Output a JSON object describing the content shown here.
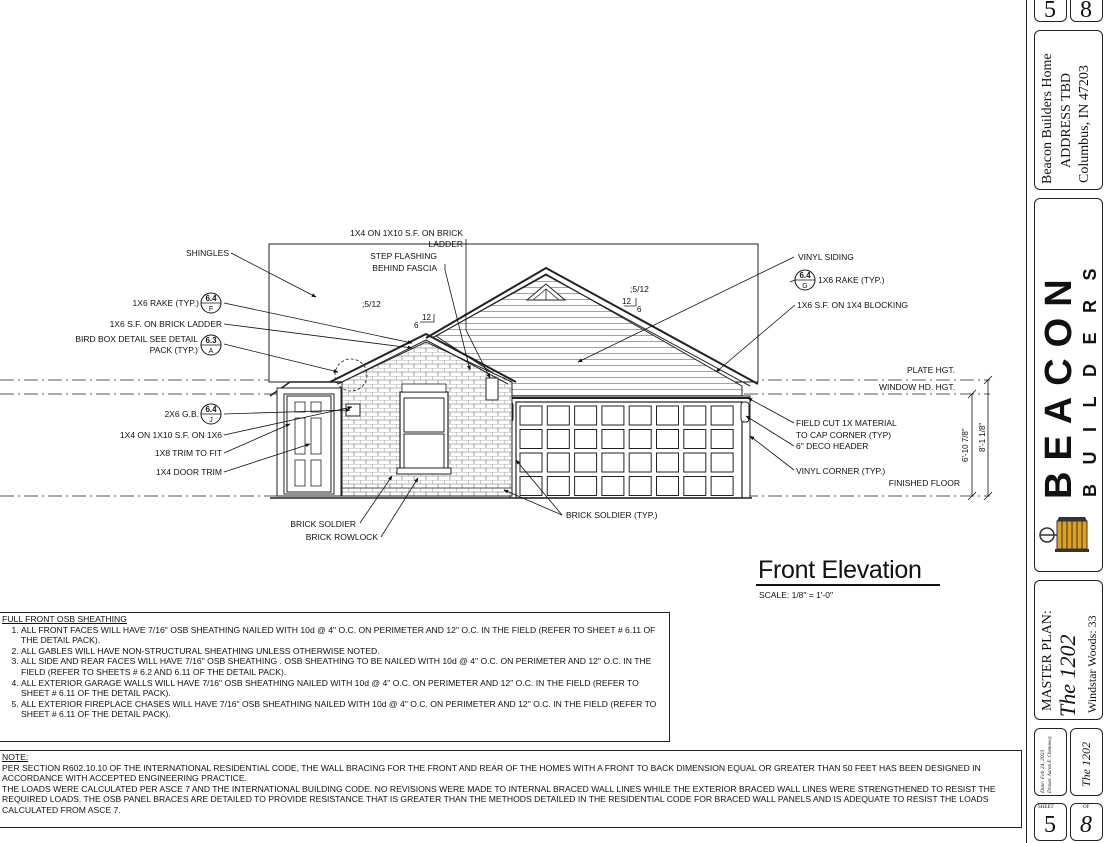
{
  "sheet": {
    "number": "5",
    "of": "8",
    "sheet_label": "SHEET",
    "of_label": "OF"
  },
  "project": {
    "builder": "Beacon Builders Home",
    "address": "ADDRESS TBD",
    "city": "Columbus, IN  47203"
  },
  "logo": {
    "word": "BEACON",
    "sub": "BUILDERS",
    "brand_color": "#e0a020"
  },
  "plan": {
    "label": "MASTER PLAN:",
    "name": "The 1202",
    "community": "Windstar Woods: 33"
  },
  "dates": {
    "date": "Date: Feb 24, 2023",
    "drawn": "Drawn: Aaron E. Chenoway",
    "plan_short": "The 1202"
  },
  "drawing": {
    "title": "Front Elevation",
    "scale": "SCALE: 1/8\" = 1'-0\""
  },
  "callouts": {
    "shingles": "SHINGLES",
    "rake1": "1X6 RAKE (TYP.)",
    "sf_brick_ladder": "1X6 S.F. ON BRICK LADDER",
    "bird_box_1": "BIRD BOX DETAIL SEE DETAIL",
    "bird_box_2": "PACK (TYP.)",
    "gb": "2X6 G.B.",
    "sf_1x6": "1X4 ON 1X10 S.F. ON 1X6",
    "trim_fit": "1X8 TRIM TO FIT",
    "door_trim": "1X4 DOOR TRIM",
    "brick_soldier": "BRICK SOLDIER",
    "brick_rowlock": "BRICK ROWLOCK",
    "top_1": "1X4 ON 1X10 S.F. ON BRICK",
    "top_2": "LADDER",
    "step_1": "STEP FLASHING",
    "step_2": "BEHIND FASCIA",
    "vinyl_siding": "VINYL SIDING",
    "rake2": "1X6 RAKE (TYP.)",
    "sf_blocking": "1X6 S.F. ON 1X4 BLOCKING",
    "plate": "PLATE HGT.",
    "window": "WINDOW HD. HGT.",
    "field_1": "FIELD CUT 1X MATERIAL",
    "field_2": "TO CAP CORNER (TYP)",
    "deco": "6\" DECO HEADER",
    "vinyl_corner": "VINYL CORNER (TYP.)",
    "finished": "FINISHED FLOOR",
    "brick_soldier_typ": "BRICK SOLDIER (TYP.)",
    "pitch_a": ";5/12",
    "pitch_b": ";5/12",
    "rise_12_a": "12",
    "rise_6_a": "6",
    "rise_12_b": "12",
    "rise_6_b": "6",
    "dim1": "6'-10 7/8\"",
    "dim2": "8'-1 1/8\""
  },
  "details": {
    "d1": {
      "top": "6.4",
      "bot": "F"
    },
    "d2": {
      "top": "6.3",
      "bot": "A"
    },
    "d3": {
      "top": "6.4",
      "bot": "J"
    },
    "d4": {
      "top": "6.4",
      "bot": "G"
    }
  },
  "osb": {
    "header": "FULL FRONT OSB SHEATHING",
    "items": [
      "ALL FRONT FACES WILL HAVE 7/16\" OSB SHEATHING NAILED WITH 10d @ 4\" O.C. ON PERIMETER AND 12\" O.C. IN THE FIELD (REFER TO SHEET # 6.11 OF THE DETAIL PACK).",
      "ALL GABLES WILL HAVE NON-STRUCTURAL SHEATHING UNLESS OTHERWISE NOTED.",
      "ALL SIDE AND REAR FACES WILL HAVE  7/16\" OSB SHEATHING .  OSB SHEATHING TO BE NAILED WITH 10d @ 4\" O.C. ON PERIMETER AND 12\" O.C. IN THE FIELD (REFER TO SHEETS # 6.2 AND 6.11 OF THE DETAIL PACK).",
      "ALL EXTERIOR GARAGE WALLS WILL HAVE 7/16\" OSB SHEATHING NAILED WITH 10d @ 4\" O.C. ON PERIMETER AND 12\" O.C. IN THE FIELD (REFER TO SHEET # 6.11 OF THE DETAIL PACK).",
      "ALL EXTERIOR FIREPLACE CHASES WILL HAVE 7/16\" OSB SHEATHING NAILED WITH 10d @ 4\" O.C. ON PERIMETER AND 12\" O.C. IN THE FIELD (REFER TO SHEET # 6.11 OF THE DETAIL PACK)."
    ]
  },
  "bracing": {
    "header": "NOTE:",
    "p1": "PER SECTION R602.10.10 OF THE INTERNATIONAL RESIDENTIAL CODE, THE WALL BRACING FOR THE FRONT AND REAR OF THE HOMES WITH A FRONT TO BACK DIMENSION EQUAL OR GREATER THAN  50 FEET HAS BEEN DESIGNED IN ACCORDANCE WITH ACCEPTED ENGINEERING PRACTICE.",
    "p2": "THE LOADS WERE CALCULATED PER ASCE 7 AND THE INTERNATIONAL BUILDING CODE.  NO REVISIONS WERE MADE TO INTERNAL BRACED WALL LINES WHILE THE EXTERIOR BRACED WALL LINES WERE STRENGTHENED TO RESIST THE REQUIRED LOADS.  THE OSB PANEL BRACES ARE DETAILED TO PROVIDE RESISTANCE THAT IS GREATER THAN THE METHODS DETAILED IN THE RESIDENTIAL CODE FOR BRACED WALL PANELS AND IS ADEQUATE TO RESIST THE LOADS CALCULATED FROM ASCE 7."
  }
}
